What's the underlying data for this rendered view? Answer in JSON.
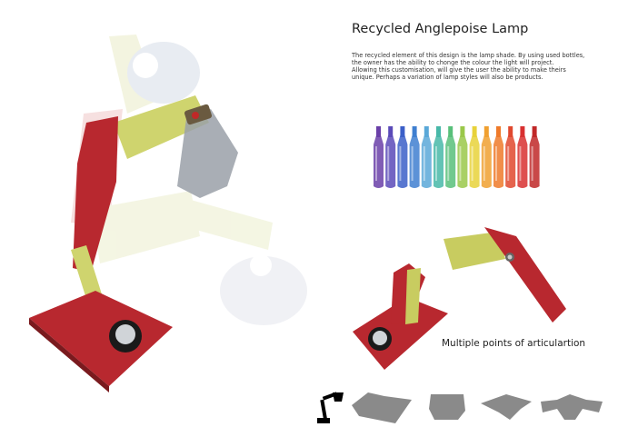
{
  "title": "Recycled Anglepoise Lamp",
  "description": {
    "p1": "The recycled element of this design is the lamp shade. By using used bottles, the owner has the ability to chonge the colour the light will project.",
    "p2": "Allowing this customisation, will give the user the ability to make theirs unique. Perhaps a variation of lamp styles will also be products."
  },
  "caption": "Multiple points of articulartion",
  "bottle_colors": [
    "#6a3fa8",
    "#5a4ab8",
    "#3b5fc8",
    "#3f7fd0",
    "#5aa8d8",
    "#48b8a8",
    "#58c07a",
    "#9ac84a",
    "#e8d23a",
    "#f0a030",
    "#ef7a2a",
    "#e0482e",
    "#d83030",
    "#c02828"
  ],
  "colors": {
    "lamp_wood": "#b8282f",
    "lamp_arm": "#d8dc8a",
    "silhouette": "#8a8a8a"
  },
  "icons": [
    "lamp-silhouette-icon",
    "lamp-base-silhouette-icon",
    "lamp-shade-silhouette-icon",
    "lamp-arm-silhouette-icon",
    "lamp-joint-silhouette-icon"
  ]
}
